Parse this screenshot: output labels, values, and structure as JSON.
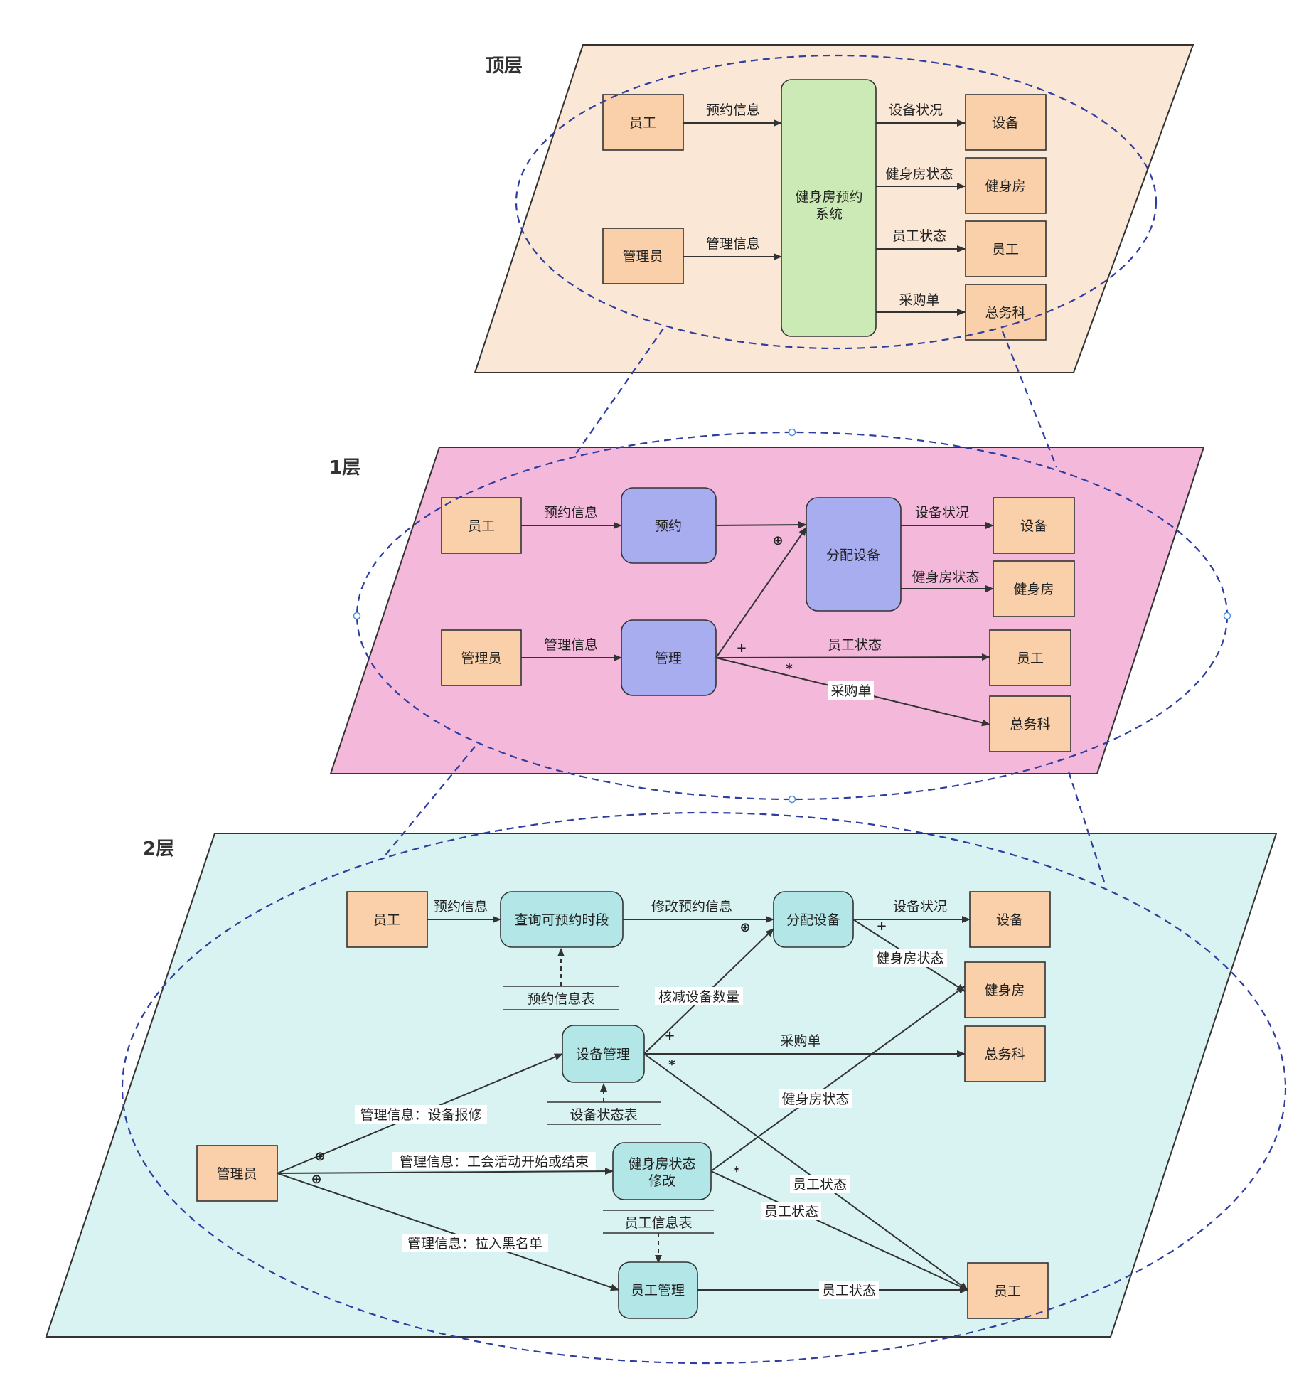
{
  "layers": {
    "top": {
      "title": "顶层",
      "fill": "#fbe7d6",
      "nodes": {
        "employee": "员工",
        "admin": "管理员",
        "system": "健身房预约\n系统",
        "equipment": "设备",
        "gym": "健身房",
        "employee_out": "员工",
        "general_affairs": "总务科"
      },
      "edges": {
        "booking_info": "预约信息",
        "admin_info": "管理信息",
        "equipment_status": "设备状况",
        "gym_status": "健身房状态",
        "employee_status": "员工状态",
        "purchase_order": "采购单"
      }
    },
    "layer1": {
      "title": "1层",
      "fill": "#f4b8da",
      "nodes": {
        "employee": "员工",
        "admin": "管理员",
        "booking": "预约",
        "manage": "管理",
        "allocate": "分配设备",
        "equipment": "设备",
        "gym": "健身房",
        "employee_out": "员工",
        "general_affairs": "总务科"
      },
      "edges": {
        "booking_info": "预约信息",
        "admin_info": "管理信息",
        "equipment_status": "设备状况",
        "gym_status": "健身房状态",
        "employee_status": "员工状态",
        "purchase_order": "采购单"
      },
      "marks": {
        "xor": "⊕",
        "plus": "+",
        "star": "*"
      }
    },
    "layer2": {
      "title": "2层",
      "fill": "#d8f3f1",
      "nodes": {
        "employee": "员工",
        "query": "查询可预约时段",
        "allocate": "分配设备",
        "equipment": "设备",
        "gym": "健身房",
        "general_affairs": "总务科",
        "equip_manage": "设备管理",
        "admin": "管理员",
        "gym_status_edit": "健身房状态\n修改",
        "employee_manage": "员工管理",
        "employee_out": "员工"
      },
      "stores": {
        "booking_table": "预约信息表",
        "equipment_table": "设备状态表",
        "employee_table": "员工信息表"
      },
      "edges": {
        "booking_info": "预约信息",
        "modify_booking": "修改预约信息",
        "equipment_status": "设备状况",
        "gym_status_1": "健身房状态",
        "reduce_equipment": "核减设备数量",
        "purchase_order": "采购单",
        "repair": "管理信息：设备报修",
        "union_activity": "管理信息：工会活动开始或结束",
        "blacklist": "管理信息：拉入黑名单",
        "gym_status_2": "健身房状态",
        "employee_status_1": "员工状态",
        "employee_status_2": "员工状态",
        "employee_status_3": "员工状态"
      },
      "marks": {
        "xor": "⊕",
        "plus": "+",
        "star": "*"
      }
    }
  },
  "colors": {
    "external_entity": "#f9d0a9",
    "system_process": "#cbeab5",
    "layer1_process": "#a8adf0",
    "layer2_process": "#b3e6e6",
    "decomposition_line": "#2e3da0"
  }
}
